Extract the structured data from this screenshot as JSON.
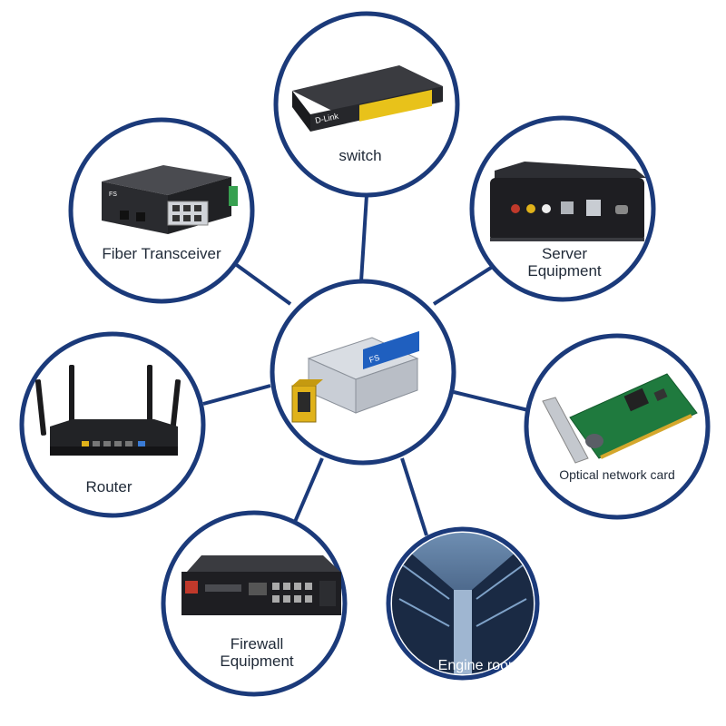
{
  "colors": {
    "ring": "#1b3a7a",
    "line": "#1b3a7a",
    "label": "#1f2937",
    "device_dark": "#1e1e22",
    "port_gold": "#e0b21a",
    "pcb_green": "#1f7a3e",
    "room_blue": "#2c4a72"
  },
  "center": {
    "device": "sfp-copper-module",
    "module_label_text": "FS"
  },
  "nodes": [
    {
      "id": "switch",
      "label_lines": [
        "switch"
      ],
      "icon": "ethernet-switch-icon",
      "device_text": "D-Link"
    },
    {
      "id": "fiber-transceiver",
      "label_lines": [
        "Fiber Transceiver"
      ],
      "icon": "media-converter-icon",
      "device_text": "FS"
    },
    {
      "id": "server",
      "label_lines": [
        "Server",
        "Equipment"
      ],
      "icon": "server-box-icon"
    },
    {
      "id": "router",
      "label_lines": [
        "Router"
      ],
      "icon": "wifi-router-icon"
    },
    {
      "id": "optical-card",
      "label_lines": [
        "Optical network card"
      ],
      "icon": "network-card-icon"
    },
    {
      "id": "firewall",
      "label_lines": [
        "Firewall",
        "Equipment"
      ],
      "icon": "rack-firewall-icon"
    },
    {
      "id": "engine-room",
      "label_lines": [
        "Engine room"
      ],
      "icon": "data-center-icon"
    }
  ]
}
